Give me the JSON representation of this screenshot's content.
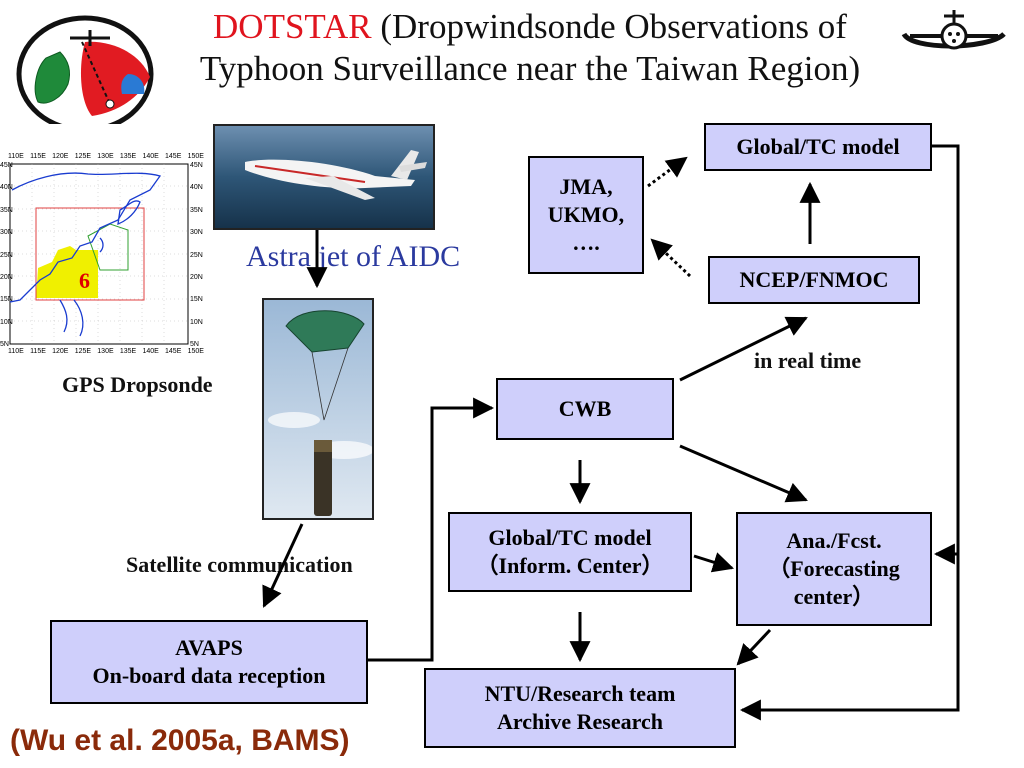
{
  "title": {
    "accent": "DOTSTAR",
    "rest_line1": " (Dropwindsonde Observations of",
    "line2": "Typhoon Surveillance near the Taiwan Region)"
  },
  "map": {
    "top_ticks": [
      "110E",
      "115E",
      "120E",
      "125E",
      "130E",
      "135E",
      "140E",
      "145E",
      "150E"
    ],
    "bottom_ticks": [
      "110E",
      "115E",
      "120E",
      "125E",
      "130E",
      "135E",
      "140E",
      "145E",
      "150E"
    ],
    "left_ticks": [
      "45N",
      "40N",
      "35N",
      "30N",
      "25N",
      "20N",
      "15N",
      "10N",
      "5N"
    ],
    "right_ticks": [
      "45N",
      "40N",
      "35N",
      "30N",
      "25N",
      "20N",
      "15N",
      "10N",
      "5N"
    ],
    "typhoon_symbol": "6"
  },
  "labels": {
    "astra": "Astra jet of AIDC",
    "gps": "GPS Dropsonde",
    "satellite": "Satellite communication",
    "real_time": "in real time",
    "citation": "(Wu et al. 2005a, BAMS)"
  },
  "boxes": {
    "global_tc": "Global/TC model",
    "jma_1": "JMA,",
    "jma_2": "UKMO,",
    "jma_3": "….",
    "ncep": "NCEP/FNMOC",
    "cwb": "CWB",
    "global_inform_1": "Global/TC model",
    "global_inform_2": "（Inform. Center）",
    "ana_1": "Ana./Fcst.",
    "ana_2": "（Forecasting",
    "ana_3": "center）",
    "avaps_1": "AVAPS",
    "avaps_2": "On-board data reception",
    "ntu_1": "NTU/Research team",
    "ntu_2": "Archive Research"
  },
  "colors": {
    "box_fill": "#cfcffb",
    "title_accent": "#e0141e",
    "astra_text": "#2b3a9f",
    "citation_text": "#8a2a0a",
    "map_highlight": "#f0f000"
  },
  "icons": [
    "dotstar-logo",
    "aircraft-icon",
    "astra-jet-photo",
    "dropsonde-photo",
    "western-pacific-map"
  ]
}
